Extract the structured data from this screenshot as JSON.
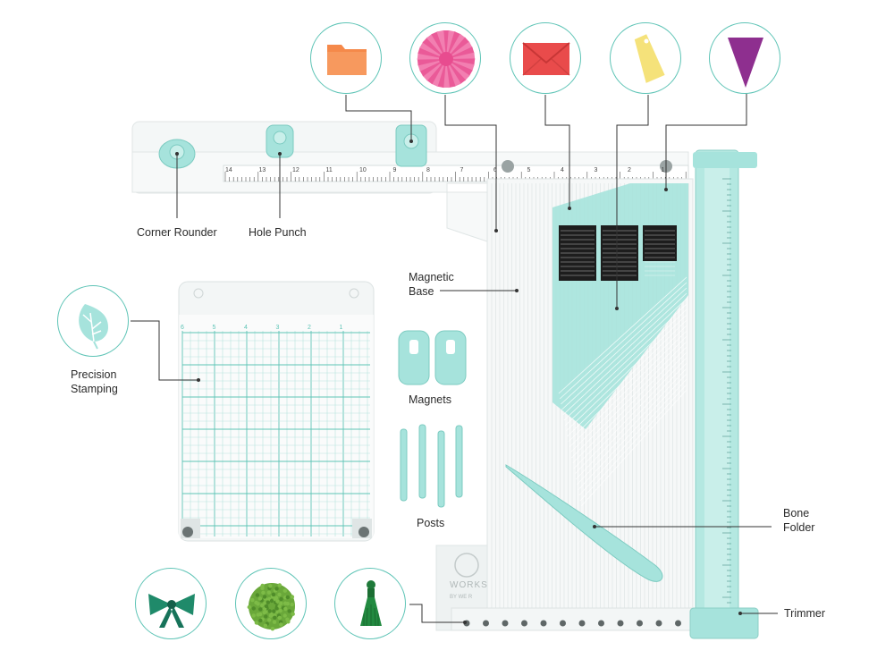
{
  "labels": {
    "corner_rounder": "Corner Rounder",
    "hole_punch": "Hole Punch",
    "magnetic_base_line1": "Magnetic",
    "magnetic_base_line2": "Base",
    "precision_stamping_line1": "Precision",
    "precision_stamping_line2": "Stamping",
    "magnets": "Magnets",
    "posts": "Posts",
    "bone_folder_line1": "Bone",
    "bone_folder_line2": "Folder",
    "trimmer": "Trimmer"
  },
  "icons": [
    "folder-icon",
    "paper-rosette-icon",
    "envelope-icon",
    "gift-tag-icon",
    "pennant-banner-icon",
    "leaf-icon",
    "ribbon-bow-icon",
    "pom-pom-icon",
    "tassel-icon"
  ],
  "brand": {
    "logo_text": "WORKS",
    "logo_sub": "BY WE R"
  },
  "ruler": {
    "top_numbers": [
      "14",
      "13",
      "12",
      "11",
      "10",
      "9",
      "8",
      "7",
      "6",
      "5",
      "4",
      "3",
      "2",
      "1"
    ],
    "stamp_numbers": [
      "6",
      "5",
      "4",
      "3",
      "2",
      "1"
    ]
  },
  "colors": {
    "accent": "#5ec4b6",
    "mint": "#a6e3dc",
    "folder": "#f5894a",
    "rosette": "#ee6ea4",
    "envelope": "#e94b4b",
    "tag": "#f5e27a",
    "pennant": "#8e2f8f",
    "green": "#1f8a5a",
    "line": "#333333"
  }
}
